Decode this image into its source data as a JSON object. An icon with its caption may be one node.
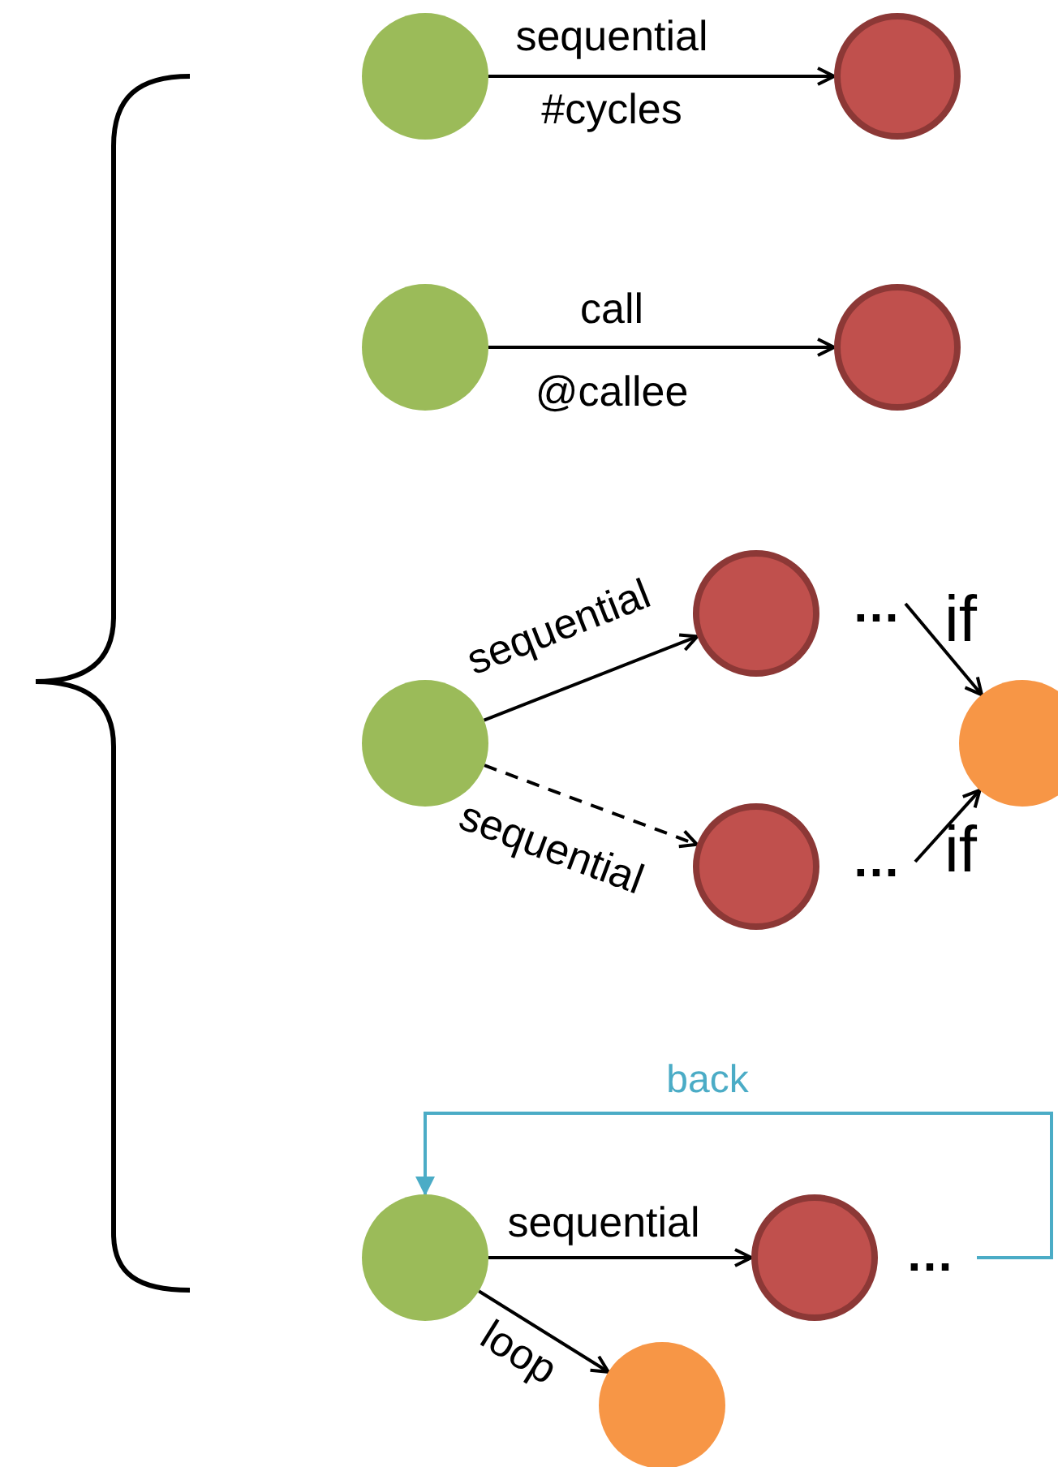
{
  "diagram": {
    "nodes": [
      {
        "text": [],
        "shape": "circle"
      },
      {
        "text": [],
        "shape": "circle"
      },
      {
        "text": [],
        "shape": "circle"
      },
      {
        "text": [],
        "shape": "circle"
      },
      {
        "text": [],
        "shape": "circle"
      },
      {
        "text": [],
        "shape": "circle"
      },
      {
        "text": [],
        "shape": "circle"
      },
      {
        "text": [],
        "shape": "circle"
      },
      {
        "text": [],
        "shape": "circle"
      },
      {
        "text": [],
        "shape": "circle"
      },
      {
        "text": [],
        "shape": "circle"
      }
    ],
    "edges": [
      {
        "from": 0,
        "to": 1,
        "arrow": "to",
        "label": "sequential"
      },
      {
        "from": 2,
        "to": 3,
        "arrow": "to",
        "label": "call"
      },
      {
        "from": 4,
        "to": 5,
        "arrow": "to",
        "label": "sequential"
      },
      {
        "from": 4,
        "to": 6,
        "arrow": "to",
        "label": "sequential",
        "style": "dashed"
      },
      {
        "from": null,
        "to": 7,
        "arrow": "to",
        "label": "if"
      },
      {
        "from": null,
        "to": 7,
        "arrow": "to",
        "label": "if"
      },
      {
        "from": null,
        "to": 8,
        "arrow": "to",
        "label": "back",
        "color": "#4bacc6"
      },
      {
        "from": 8,
        "to": 9,
        "arrow": "to",
        "label": "sequential"
      },
      {
        "from": 8,
        "to": 10,
        "arrow": "to",
        "label": "loop"
      }
    ],
    "labels": [
      "#cycles",
      "@callee",
      "…",
      "…",
      "…"
    ]
  }
}
